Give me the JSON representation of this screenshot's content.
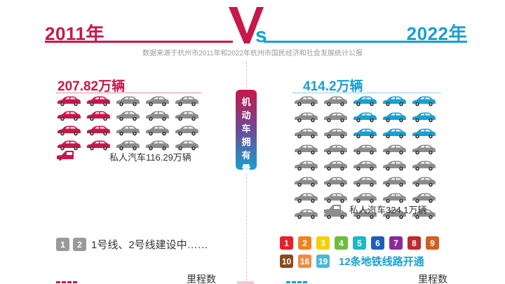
{
  "header": {
    "year_left": "2011年",
    "year_right": "2022年",
    "vs_label": "Vs",
    "source": "数据来源于杭州市2011年和2022年杭州市国民经济和社会发展统计公报"
  },
  "center_label": "机动车拥有量",
  "left": {
    "total": "207.82万辆",
    "private": "私人汽车116.29万辆",
    "car_colors": [
      "red",
      "red",
      "grey",
      "grey",
      "grey",
      "red",
      "red",
      "grey",
      "grey",
      "grey",
      "red",
      "red",
      "grey",
      "grey",
      "grey",
      "red",
      "red",
      "grey",
      "grey",
      "grey"
    ],
    "lines_badges": [
      "1",
      "2"
    ],
    "lines_text": "1号线、2号线建设中……",
    "mileage_label": "里程数"
  },
  "right": {
    "total": "414.2万辆",
    "private": "私人汽车324.1万辆",
    "car_colors": [
      "grey",
      "grey",
      "blue",
      "blue",
      "blue",
      "grey",
      "grey",
      "blue",
      "blue",
      "blue",
      "grey",
      "grey",
      "blue",
      "blue",
      "blue",
      "grey",
      "grey",
      "grey",
      "grey",
      "grey",
      "grey",
      "grey",
      "grey",
      "grey",
      "grey",
      "grey",
      "grey",
      "grey",
      "grey",
      "grey",
      "grey",
      "grey",
      "grey",
      "grey",
      "grey",
      "grey",
      "grey",
      "grey",
      "grey",
      "grey"
    ],
    "metro_row1": [
      {
        "n": "1",
        "color": "#e8202a"
      },
      {
        "n": "2",
        "color": "#f0821e"
      },
      {
        "n": "3",
        "color": "#f4d000"
      },
      {
        "n": "4",
        "color": "#6ebe3c"
      },
      {
        "n": "5",
        "color": "#1fb6c8"
      },
      {
        "n": "6",
        "color": "#1d5fb8"
      },
      {
        "n": "7",
        "color": "#8a2a9a"
      },
      {
        "n": "8",
        "color": "#c0292e"
      },
      {
        "n": "9",
        "color": "#d2601e"
      }
    ],
    "metro_row2": [
      {
        "n": "10",
        "color": "#8a4a1c"
      },
      {
        "n": "16",
        "color": "#f08a46"
      },
      {
        "n": "19",
        "color": "#4cb8d6"
      }
    ],
    "metro_text": "12条地铁线路开通",
    "mileage_label": "里程数"
  },
  "colors": {
    "red": "#c8174a",
    "blue": "#1b9fcf",
    "grey": "#8c8c8c",
    "old_badge": "#9a9a9a"
  },
  "icons": [
    "car-icon",
    "car-side-partial-icon"
  ]
}
